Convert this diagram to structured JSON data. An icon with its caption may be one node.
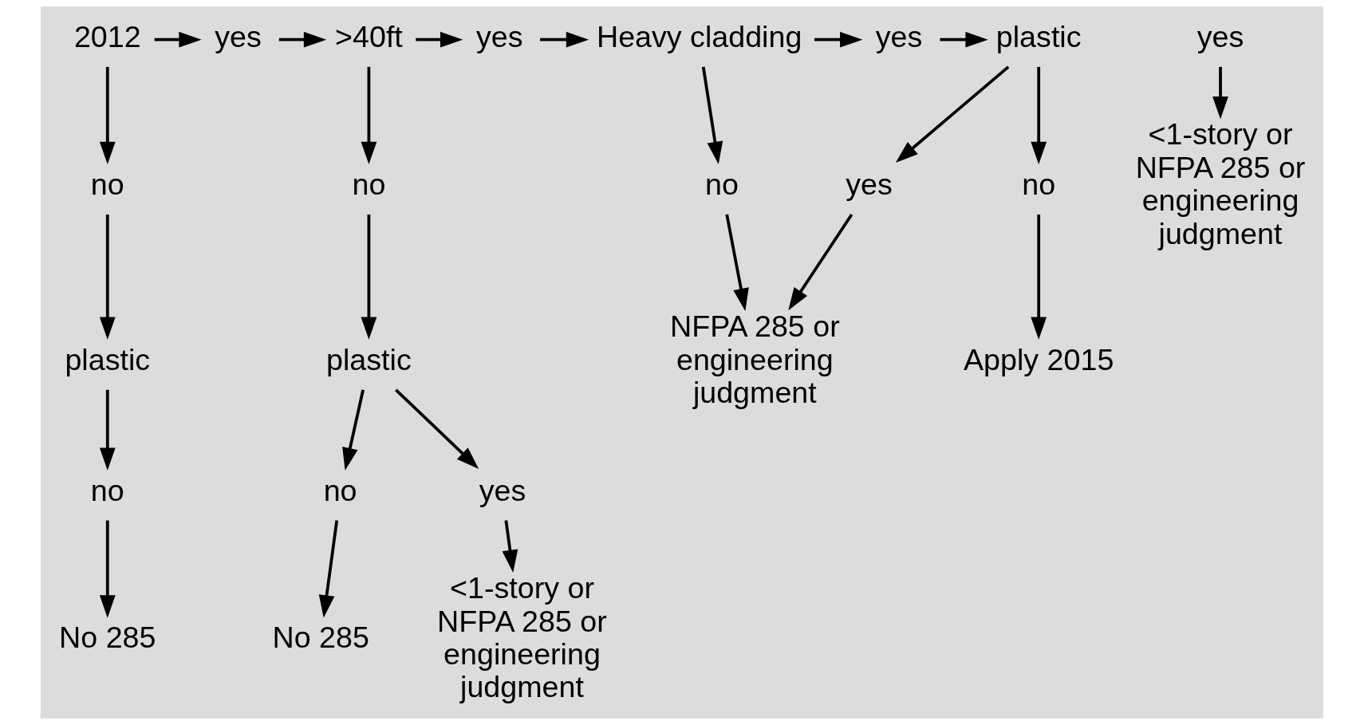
{
  "diagram": {
    "nodes": [
      {
        "text": [
          "2012"
        ]
      },
      {
        "text": [
          "yes"
        ]
      },
      {
        "text": [
          ">40ft"
        ]
      },
      {
        "text": [
          "yes"
        ]
      },
      {
        "text": [
          "Heavy cladding"
        ]
      },
      {
        "text": [
          "yes"
        ]
      },
      {
        "text": [
          "plastic"
        ]
      },
      {
        "text": [
          "no"
        ]
      },
      {
        "text": [
          "plastic"
        ]
      },
      {
        "text": [
          "yes"
        ]
      },
      {
        "text": [
          "<1-story or NFPA 285 or engineering judgment"
        ]
      },
      {
        "text": [
          "no"
        ]
      },
      {
        "text": [
          "No 285"
        ]
      },
      {
        "text": [
          "no"
        ]
      },
      {
        "text": [
          "plastic"
        ]
      },
      {
        "text": [
          "no"
        ]
      },
      {
        "text": [
          "yes"
        ]
      },
      {
        "text": [
          "No 285"
        ]
      },
      {
        "text": [
          "<1-story or NFPA 285 or engineering judgment"
        ]
      },
      {
        "text": [
          "no"
        ]
      },
      {
        "text": [
          "NFPA 285 or engineering judgment"
        ]
      },
      {
        "text": [
          "yes"
        ]
      },
      {
        "text": [
          "no"
        ]
      },
      {
        "text": [
          "Apply 2015"
        ]
      }
    ],
    "edges": [
      {
        "from": 0,
        "to": 1,
        "arrow": "to"
      },
      {
        "from": 1,
        "to": 2,
        "arrow": "to"
      },
      {
        "from": 2,
        "to": 3,
        "arrow": "to"
      },
      {
        "from": 3,
        "to": 4,
        "arrow": "to"
      },
      {
        "from": 4,
        "to": 5,
        "arrow": "to"
      },
      {
        "from": 5,
        "to": 6,
        "arrow": "to"
      },
      {
        "from": 0,
        "to": 7,
        "arrow": "to"
      },
      {
        "from": 7,
        "to": 8,
        "arrow": "to"
      },
      {
        "from": 9,
        "to": 10,
        "arrow": "to"
      },
      {
        "from": 8,
        "to": 11,
        "arrow": "to"
      },
      {
        "from": 11,
        "to": 12,
        "arrow": "to"
      },
      {
        "from": 2,
        "to": 13,
        "arrow": "to"
      },
      {
        "from": 13,
        "to": 14,
        "arrow": "to"
      },
      {
        "from": 14,
        "to": 15,
        "arrow": "to"
      },
      {
        "from": 14,
        "to": 16,
        "arrow": "to"
      },
      {
        "from": 15,
        "to": 17,
        "arrow": "to"
      },
      {
        "from": 16,
        "to": 18,
        "arrow": "to"
      },
      {
        "from": 4,
        "to": 19,
        "arrow": "to"
      },
      {
        "from": 19,
        "to": 20,
        "arrow": "to"
      },
      {
        "from": 6,
        "to": 21,
        "arrow": "to"
      },
      {
        "from": 6,
        "to": 22,
        "arrow": "to"
      },
      {
        "from": 21,
        "to": 20,
        "arrow": "to"
      },
      {
        "from": 22,
        "to": 23,
        "arrow": "to"
      }
    ]
  }
}
